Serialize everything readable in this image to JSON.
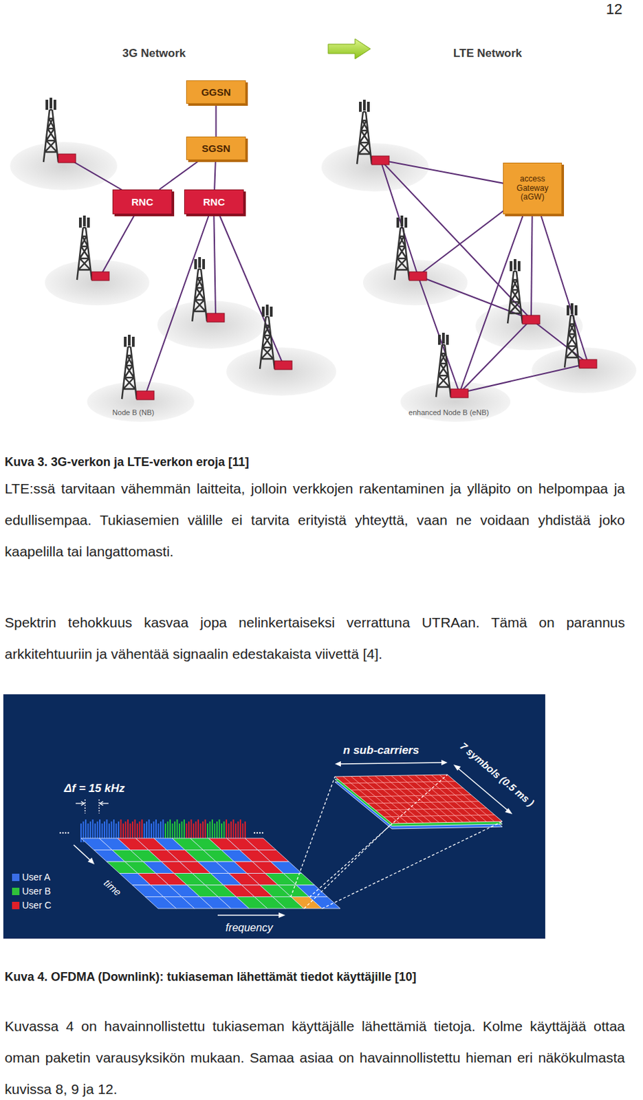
{
  "diagram": {
    "nodes": [
      {
        "text": [
          "GGSN"
        ]
      },
      {
        "text": [
          "SGSN"
        ]
      },
      {
        "text": [
          "RNC"
        ]
      },
      {
        "text": [
          "RNC"
        ]
      },
      {
        "text": [
          "access Gateway (aGW)"
        ]
      }
    ],
    "edges": [
      {
        "from": 0,
        "to": 1,
        "arrow": "none"
      },
      {
        "from": 1,
        "to": 2,
        "arrow": "none"
      },
      {
        "from": 1,
        "to": 3,
        "arrow": "none"
      }
    ],
    "labels": [
      "12",
      "3G Network",
      "LTE Network",
      "Node B (NB)",
      "enhanced Node B (eNB)",
      "Kuva 3. 3G-verkon ja LTE-verkon eroja [11]",
      "LTE:ssä tarvitaan vähemmän laitteita, jolloin verkkojen rakentaminen ja ylläpito on helpompaa ja edullisempaa. Tukiasemien välille ei tarvita erityistä yhteyttä, vaan ne voidaan yhdistää joko kaapelilla tai langattomasti.",
      "Spektrin tehokkuus kasvaa jopa nelinkertaiseksi verrattuna UTRAan. Tämä on parannus arkkitehtuuriin ja vähentää signaalin edestakaista viivettä [4].",
      "Δf = 15 kHz",
      "n sub-carriers",
      "7 symbols (0.5 ms )",
      "time",
      "frequency",
      "Kuva 4. OFDMA (Downlink): tukiaseman lähettämät tiedot käyttäjille [10]",
      "Kuvassa 4 on havainnollistettu tukiaseman käyttäjälle lähettämiä tietoja. Kolme käyttäjää ottaa oman paketin varausyksikön mukaan. Samaa asiaa on havainnollistettu hieman eri näkökulmasta kuvissa 8, 9 ja 12."
    ],
    "legend": [
      {
        "text": "User A",
        "color": "#3a6ee8"
      },
      {
        "text": "User B",
        "color": "#2fc23a"
      },
      {
        "text": "User C",
        "color": "#e0202a"
      }
    ]
  }
}
